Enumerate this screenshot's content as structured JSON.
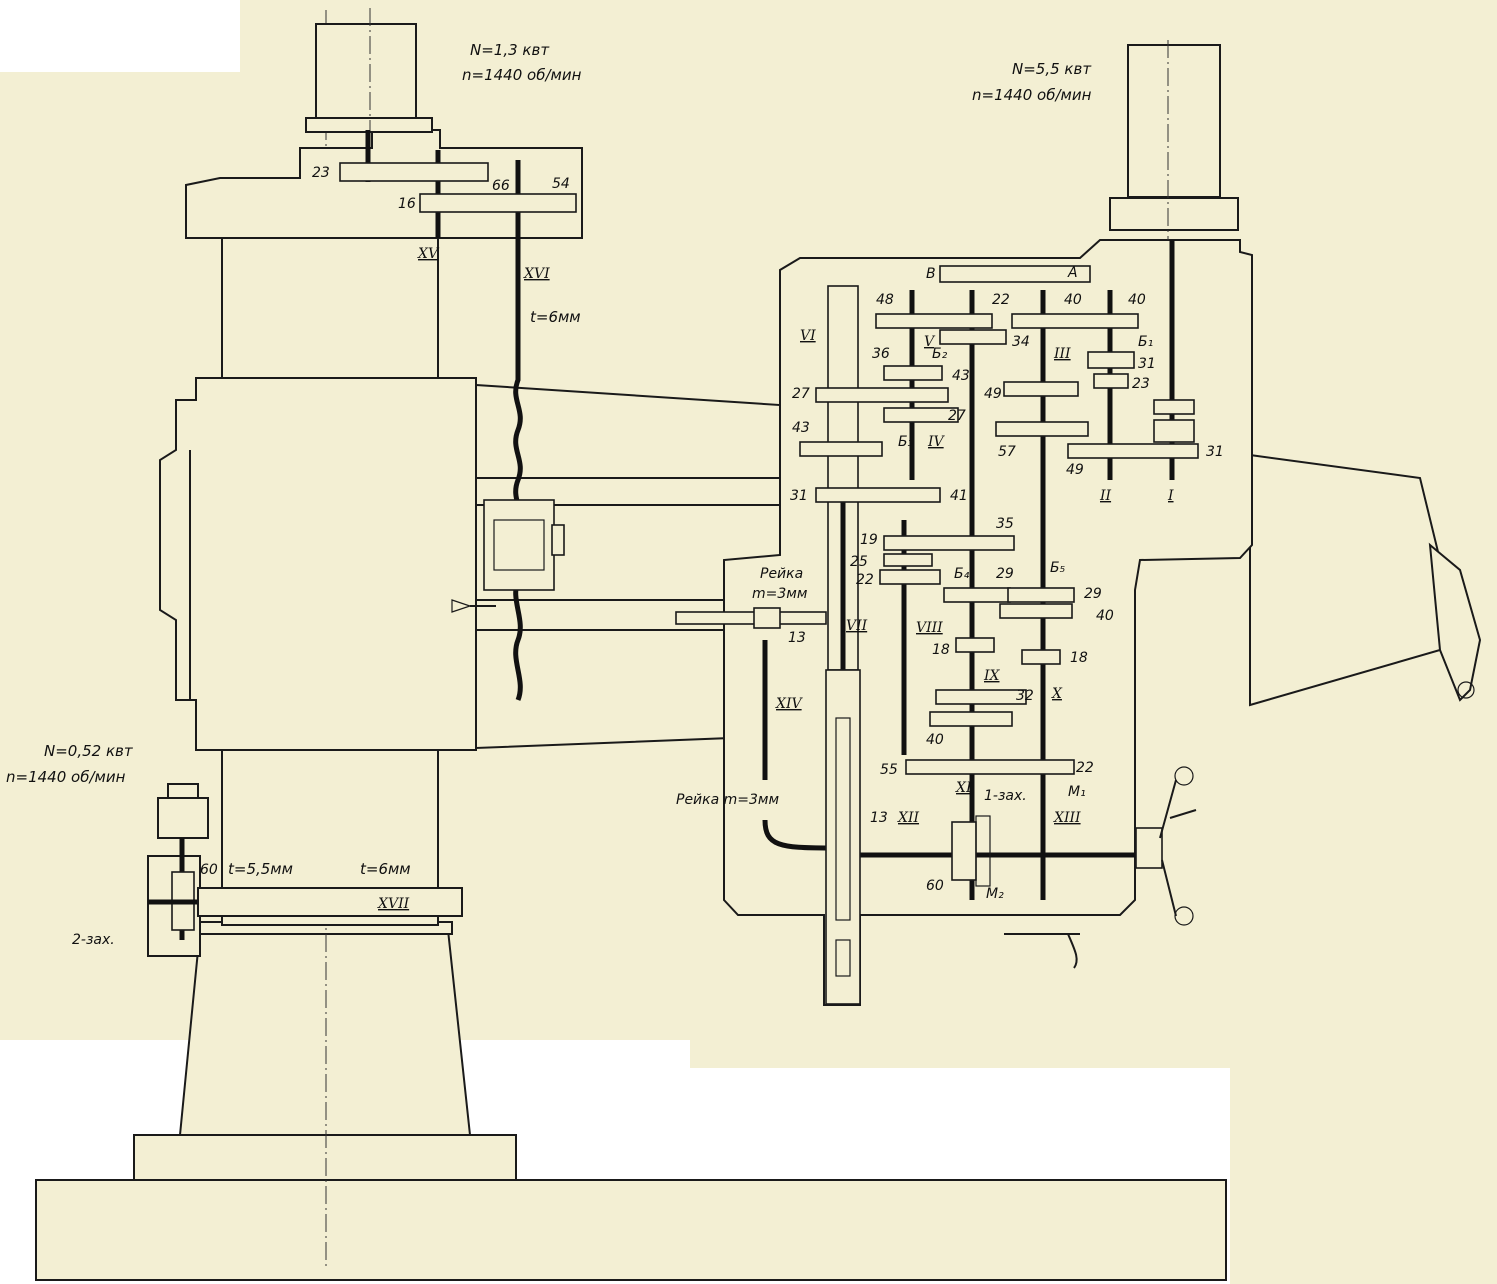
{
  "colors": {
    "paper": "#f3efd3",
    "background": "#ffffff",
    "ink": "#1a1a1a"
  },
  "motors": {
    "head": {
      "power": "N=5,5 квт",
      "speed": "n=1440 об/мин"
    },
    "lift": {
      "power": "N=1,3 квт",
      "speed": "n=1440 об/мин"
    },
    "clamp": {
      "power": "N=0,52 квт",
      "speed": "n=1440 об/мин"
    }
  },
  "lift": {
    "gears": {
      "z23": "23",
      "z66": "66",
      "z54": "54",
      "z16": "16"
    },
    "shafts": {
      "s15": "XV",
      "s16": "XVI"
    },
    "screw_pitch": "t=6мм"
  },
  "clamp": {
    "worm_starts": "2-зах.",
    "gear_z60": "60",
    "pitch_left": "t=5,5мм",
    "pitch_right": "t=6мм",
    "shaft": "XVII"
  },
  "headstock": {
    "gears": {
      "g48": "48",
      "g22a": "22",
      "g40a": "40",
      "g40b": "40",
      "g36": "36",
      "g34": "34",
      "g31a": "31",
      "g23": "23",
      "g43a": "43",
      "g27a": "27",
      "g49a": "49",
      "g27b": "27",
      "g43b": "43",
      "g57": "57",
      "g31b": "31",
      "g49b": "49",
      "g31c": "31",
      "g41": "41",
      "g35": "35",
      "g19": "19",
      "g25": "25",
      "g22b": "22",
      "g29a": "29",
      "g29b": "29",
      "g40c": "40",
      "g18a": "18",
      "g18b": "18",
      "g32": "32",
      "g40d": "40",
      "g55": "55",
      "g22c": "22",
      "g13a": "13",
      "g13b": "13",
      "g60": "60"
    },
    "shafts": {
      "s1": "I",
      "s2": "II",
      "s3": "III",
      "s4": "IV",
      "s5": "V",
      "s6": "VI",
      "s7": "VII",
      "s8": "VIII",
      "s9": "IX",
      "s10": "X",
      "s11": "XI",
      "s12": "XII",
      "s13": "XIII",
      "s14": "XIV"
    },
    "blocks": {
      "a": "А",
      "b": "В",
      "b1": "Б₁",
      "b2": "Б₂",
      "b3": "Б₃",
      "b4": "Б₄",
      "b5": "Б₅"
    },
    "clutches": {
      "m1": "М₁",
      "m2": "М₂"
    },
    "worm_starts": "1-зах.",
    "rack_upper_name": "Рейка",
    "rack_upper_module": "m=3мм",
    "rack_lower": "Рейка m=3мм"
  }
}
